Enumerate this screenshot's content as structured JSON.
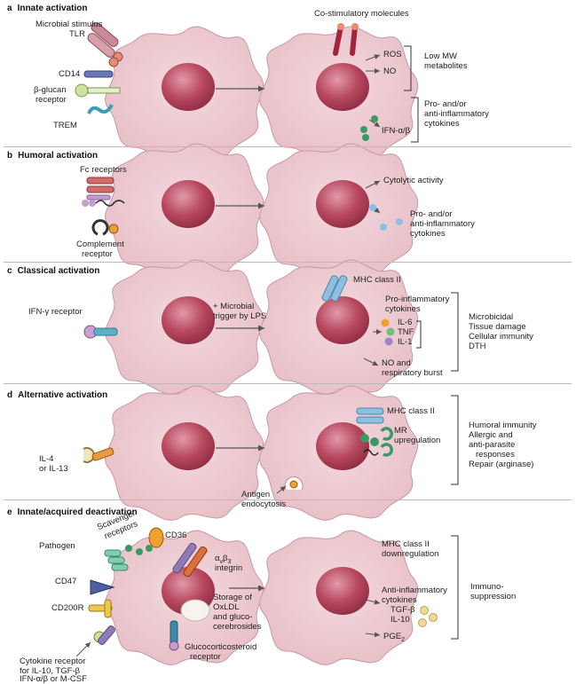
{
  "panels": {
    "a": {
      "letter": "a",
      "title": "Innate activation",
      "microbial_stimulus": "Microbial stimulus",
      "tlr": "TLR",
      "cd14": "CD14",
      "bglucan_1": "β-glucan",
      "bglucan_2": "receptor",
      "trem": "TREM",
      "costim": "Co-stimulatory molecules",
      "ros": "ROS",
      "no": "NO",
      "lowmw_1": "Low MW",
      "lowmw_2": "metabolites",
      "ifn": "IFN-α/β",
      "proanti_1": "Pro- and/or",
      "proanti_2": "anti-inflammatory",
      "proanti_3": "cytokines"
    },
    "b": {
      "letter": "b",
      "title": "Humoral activation",
      "fc": "Fc receptors",
      "comp_1": "Complement",
      "comp_2": "receptor",
      "cytolytic": "Cytolytic activity",
      "proanti_1": "Pro- and/or",
      "proanti_2": "anti-inflammatory",
      "proanti_3": "cytokines"
    },
    "c": {
      "letter": "c",
      "title": "Classical activation",
      "mhc2": "MHC class II",
      "ifng": "IFN-γ receptor",
      "trigger_1": "+ Microbial",
      "trigger_2": "trigger by LPS",
      "proinf_1": "Pro-inflammatory",
      "proinf_2": "cytokines",
      "il6": "IL-6",
      "tnf": "TNF",
      "il1": "IL-1",
      "noburst_1": "NO and",
      "noburst_2": "respiratory burst",
      "out_1": "Microbicidal",
      "out_2": "Tissue damage",
      "out_3": "Cellular immunity",
      "out_4": "DTH"
    },
    "d": {
      "letter": "d",
      "title": "Alternative activation",
      "il4_1": "IL-4",
      "il4_2": "or IL-13",
      "mhc2": "MHC class II",
      "mr_1": "MR",
      "mr_2": "upregulation",
      "antigen_1": "Antigen",
      "antigen_2": "endocytosis",
      "out_1": "Humoral immunity",
      "out_2": "Allergic and",
      "out_3": "anti-parasite",
      "out_4": "responses",
      "out_5": "Repair (arginase)"
    },
    "e": {
      "letter": "e",
      "title": "Innate/acquired deactivation",
      "scav_1": "Scavenger",
      "scav_2": "receptors",
      "cd36": "CD36",
      "pathogen": "Pathogen",
      "integrin_sym": "α",
      "integrin_sub1": "v",
      "integrin_b": "β",
      "integrin_sub2": "3",
      "integrin_word": "integrin",
      "cd47": "CD47",
      "cd200r": "CD200R",
      "storage_1": "Storage of",
      "storage_2": "OxLDL",
      "storage_3": "and gluco-",
      "storage_4": "cerebrosides",
      "gluco_1": "Glucocorticosteroid",
      "gluco_2": "receptor",
      "cyto_1": "Cytokine receptor",
      "cyto_2": "for IL-10, TGF-β",
      "cyto_3": "IFN-α/β or M-CSF",
      "mhc_down_1": "MHC class II",
      "mhc_down_2": "downregulation",
      "antiinf_1": "Anti-inflammatory",
      "antiinf_2": "cytokines",
      "tgf": "TGF-β",
      "il10": "IL-10",
      "pge": "PGE",
      "pge_sub": "2",
      "immuno_1": "Immuno-",
      "immuno_2": "suppression"
    }
  },
  "colors": {
    "cell": "#ecc8cf",
    "cell_edge": "#b88d96",
    "nucleus": "#b2475e",
    "arrow": "#555555",
    "green": "#3a9a63",
    "blue": "#8cbfe0",
    "orange": "#e58c30",
    "purple": "#8f7bb8",
    "red": "#a2243d",
    "tan": "#f0d79a"
  }
}
